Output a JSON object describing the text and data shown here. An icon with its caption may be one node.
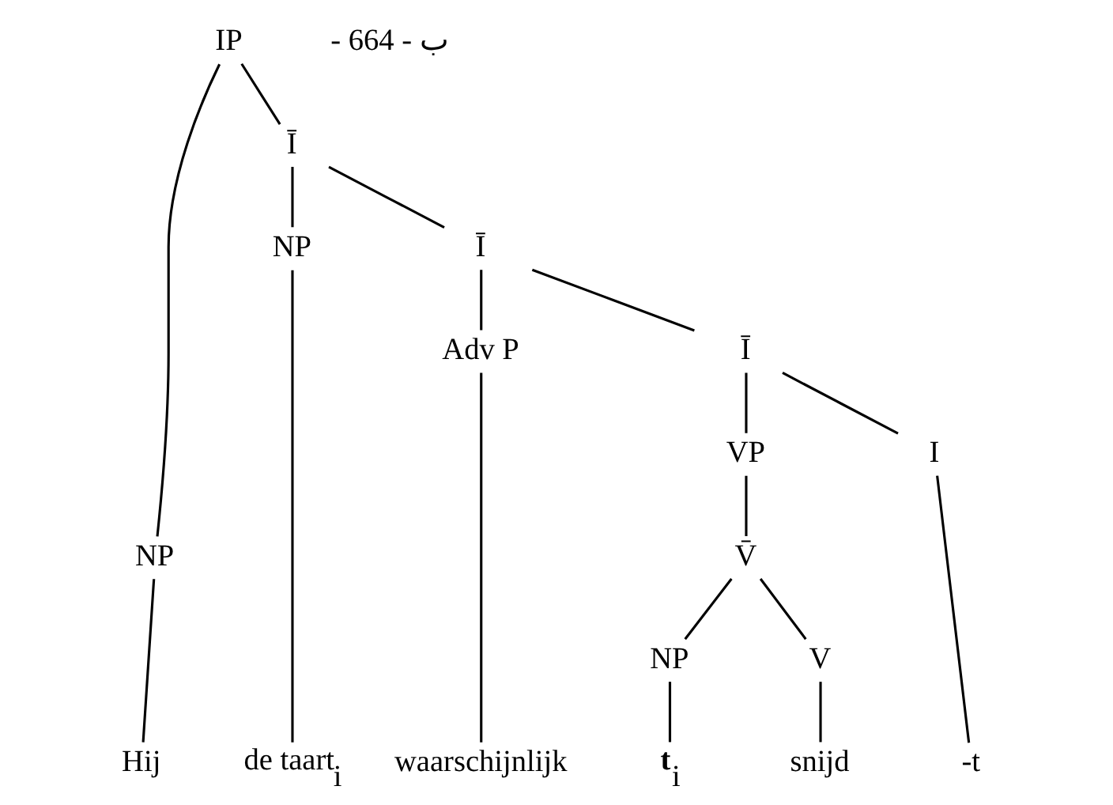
{
  "diagram": {
    "nodes": [
      {
        "text": [
          "IP"
        ]
      },
      {
        "text": [
          "NP"
        ]
      },
      {
        "text": [
          "Ī"
        ]
      },
      {
        "text": [
          "NP"
        ]
      },
      {
        "text": [
          "Ī"
        ]
      },
      {
        "text": [
          "Adv P"
        ]
      },
      {
        "text": [
          "Ī"
        ]
      },
      {
        "text": [
          "VP"
        ]
      },
      {
        "text": [
          "I"
        ]
      },
      {
        "text": [
          "V̄"
        ]
      },
      {
        "text": [
          "NP"
        ]
      },
      {
        "text": [
          "V"
        ]
      },
      {
        "text": [
          "Hij"
        ]
      },
      {
        "text": [
          "de taart$_{i}$"
        ]
      },
      {
        "text": [
          "waarschijnlijk"
        ]
      },
      {
        "text": [
          "**t**$_{i}$"
        ]
      },
      {
        "text": [
          "snijd"
        ]
      },
      {
        "text": [
          "-t"
        ]
      }
    ],
    "edges": [
      {
        "from": 0,
        "to": 1,
        "arrow": "none"
      },
      {
        "from": 0,
        "to": 2,
        "arrow": "none"
      },
      {
        "from": 1,
        "to": 12,
        "arrow": "none"
      },
      {
        "from": 2,
        "to": 3,
        "arrow": "none"
      },
      {
        "from": 2,
        "to": 4,
        "arrow": "none"
      },
      {
        "from": 3,
        "to": 13,
        "arrow": "none"
      },
      {
        "from": 4,
        "to": 5,
        "arrow": "none"
      },
      {
        "from": 4,
        "to": 6,
        "arrow": "none"
      },
      {
        "from": 5,
        "to": 14,
        "arrow": "none"
      },
      {
        "from": 6,
        "to": 7,
        "arrow": "none"
      },
      {
        "from": 6,
        "to": 8,
        "arrow": "none"
      },
      {
        "from": 7,
        "to": 9,
        "arrow": "none"
      },
      {
        "from": 9,
        "to": 10,
        "arrow": "none"
      },
      {
        "from": 9,
        "to": 11,
        "arrow": "none"
      },
      {
        "from": 10,
        "to": 15,
        "arrow": "none"
      },
      {
        "from": 11,
        "to": 16,
        "arrow": "none"
      },
      {
        "from": 8,
        "to": 17,
        "arrow": "none"
      }
    ],
    "labels": [
      "- ب - 664"
    ]
  }
}
